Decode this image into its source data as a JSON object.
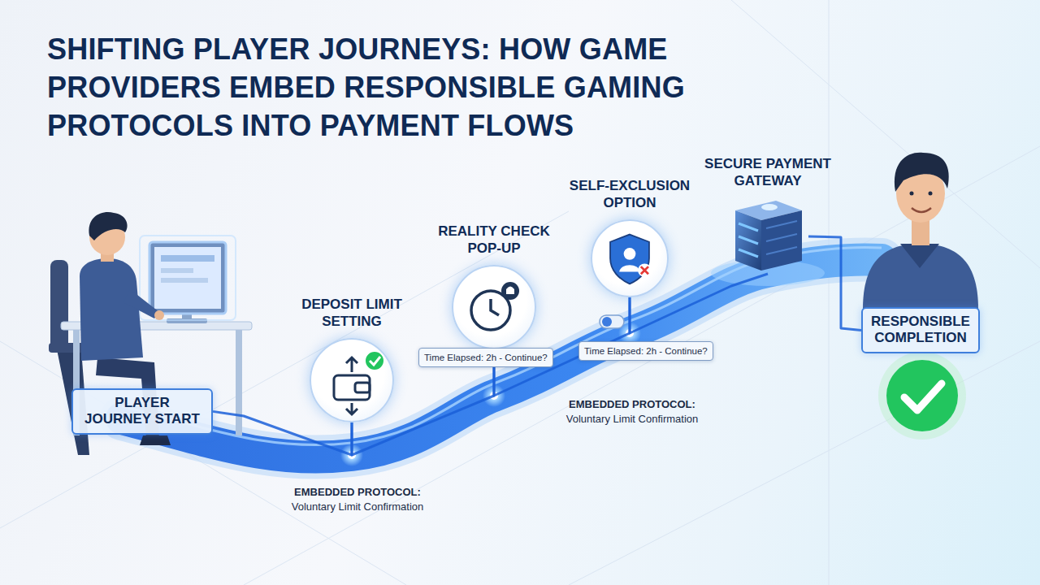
{
  "diagram": {
    "title": "SHIFTING PLAYER JOURNEYS: HOW GAME PROVIDERS EMBED RESPONSIBLE GAMING PROTOCOLS INTO PAYMENT FLOWS",
    "nodes": [
      {
        "text": [
          "PLAYER JOURNEY START"
        ]
      },
      {
        "text": [
          "DEPOSIT LIMIT SETTING"
        ]
      },
      {
        "text": [
          "REALITY CHECK POP-UP"
        ]
      },
      {
        "text": [
          "Time Elapsed: 2h - Continue?"
        ]
      },
      {
        "text": [
          "SELF-EXCLUSION OPTION"
        ]
      },
      {
        "text": [
          "Time Elapsed: 2h - Continue?"
        ]
      },
      {
        "text": [
          "SECURE PAYMENT GATEWAY"
        ]
      },
      {
        "text": [
          "RESPONSIBLE COMPLETION"
        ]
      }
    ],
    "edges": [
      {
        "from": 0,
        "to": 1,
        "arrow": "none"
      },
      {
        "from": 1,
        "to": 2,
        "arrow": "none"
      },
      {
        "from": 2,
        "to": 4,
        "arrow": "none"
      },
      {
        "from": 4,
        "to": 6,
        "arrow": "none"
      },
      {
        "from": 6,
        "to": 7,
        "arrow": "none"
      }
    ],
    "labels": [
      "EMBEDDED PROTOCOL:",
      "Voluntary Limit Confirmation",
      "EMBEDDED PROTOCOL:",
      "Voluntary Limit Confirmation"
    ]
  }
}
